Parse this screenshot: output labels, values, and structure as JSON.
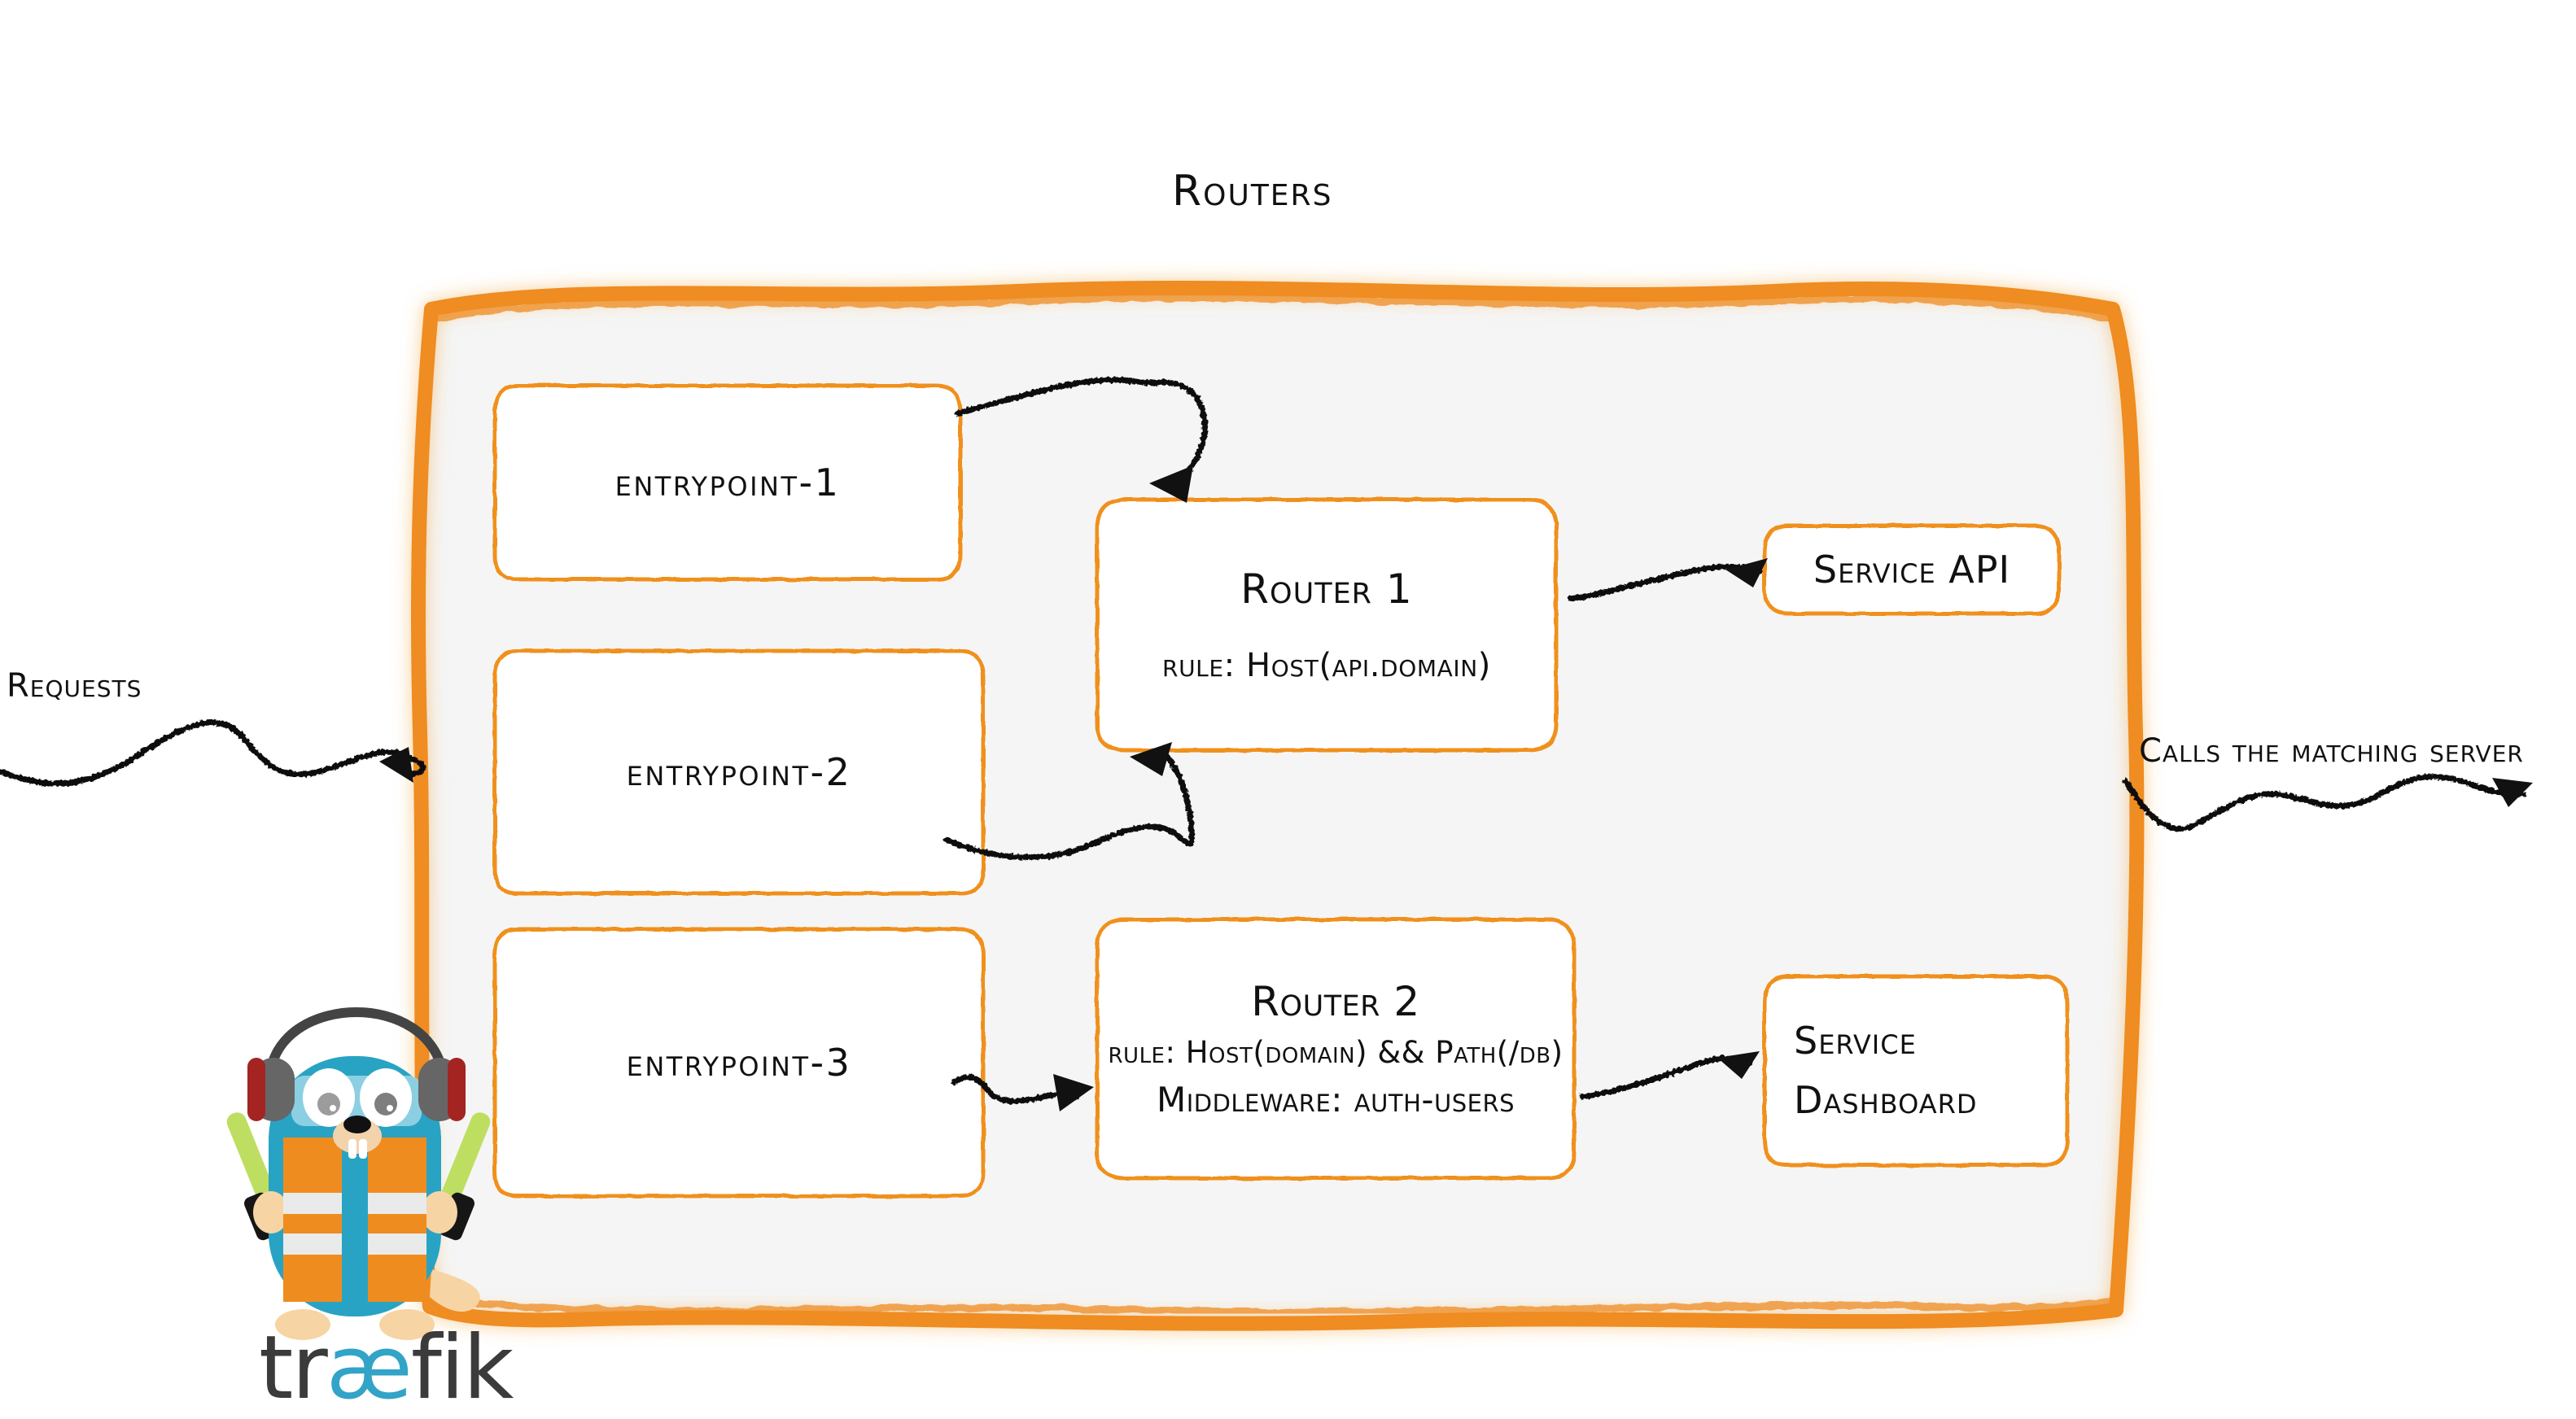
{
  "diagram": {
    "title": "Routers",
    "colors": {
      "accent_orange": "#ef8c20",
      "node_border": "#f0901f",
      "container_fill": "#f5f5f5",
      "arrow_black": "#111111",
      "gopher_body": "#29a3c4",
      "gopher_vest": "#ef8c1f",
      "wordmark_dark": "#3b3b3b",
      "wordmark_ae": "#31a4c7"
    },
    "entrypoints": [
      {
        "id": "entrypoint-1",
        "label": "entrypoint-1"
      },
      {
        "id": "entrypoint-2",
        "label": "entrypoint-2"
      },
      {
        "id": "entrypoint-3",
        "label": "entrypoint-3"
      }
    ],
    "routers": [
      {
        "id": "router-1",
        "title": "Router 1",
        "rule": "rule: Host(api.domain)",
        "middleware": ""
      },
      {
        "id": "router-2",
        "title": "Router 2",
        "rule": "rule: Host(domain) && Path(/db)",
        "middleware": "Middleware: auth-users"
      }
    ],
    "services": [
      {
        "id": "service-api",
        "lines": [
          "Service API"
        ]
      },
      {
        "id": "service-dashboard",
        "lines": [
          "Service",
          "Dashboard"
        ]
      }
    ],
    "captions": {
      "requests": "Requests",
      "calls": "Calls the matching server"
    },
    "logo": {
      "wordmark_before": "tr",
      "wordmark_ae": "æ",
      "wordmark_after": "fik",
      "mascot": "traefik-gopher"
    }
  }
}
